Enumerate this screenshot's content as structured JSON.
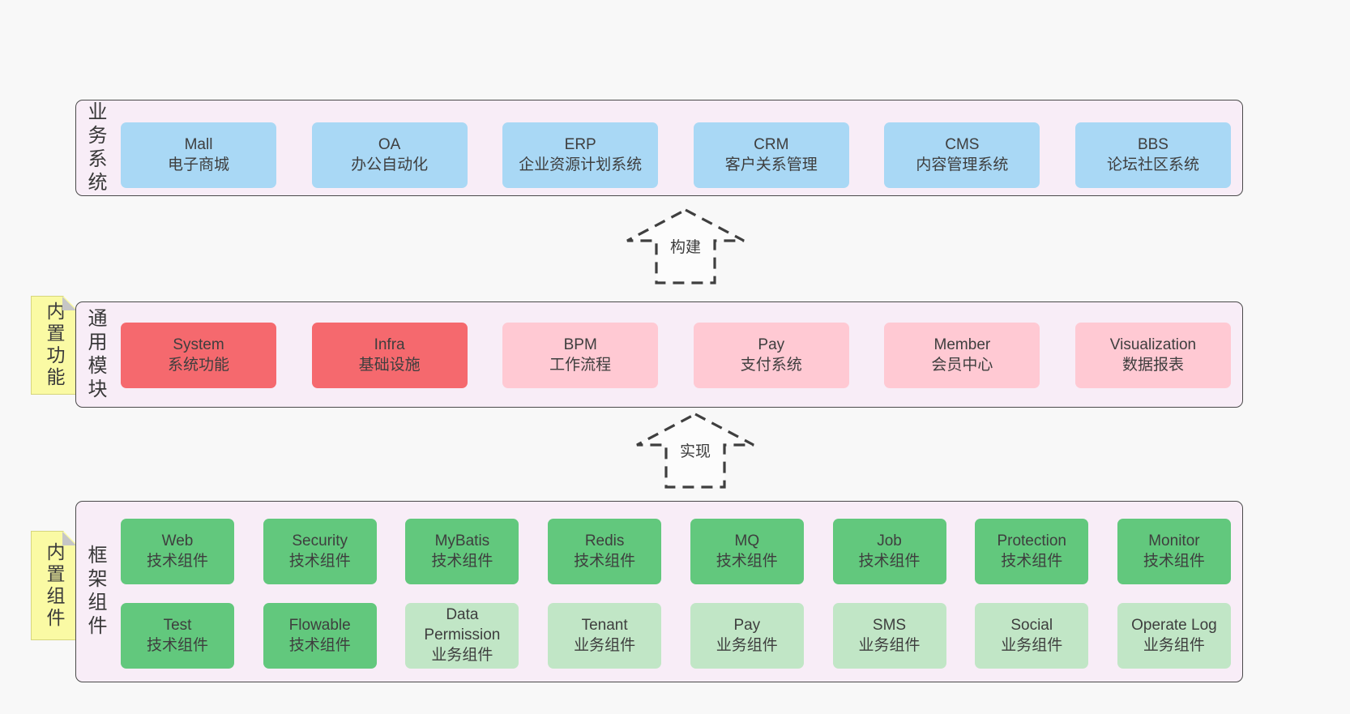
{
  "colors": {
    "page_bg": "#f8f8f8",
    "panel_bg": "#f8edf7",
    "panel_border": "#4a4a4a",
    "sticky_bg": "#fafaa4",
    "box_blue": "#a9d8f5",
    "box_red": "#f5696e",
    "box_pink": "#ffc9d3",
    "box_green_dark": "#62c87d",
    "box_green_light": "#c1e6c6"
  },
  "arrows": {
    "build_label": "构建",
    "implement_label": "实现"
  },
  "sections": {
    "business": {
      "side_label": "业务系统",
      "boxes": [
        {
          "name": "Mall",
          "desc": "电子商城",
          "variant": "blue"
        },
        {
          "name": "OA",
          "desc": "办公自动化",
          "variant": "blue"
        },
        {
          "name": "ERP",
          "desc": "企业资源计划系统",
          "variant": "blue"
        },
        {
          "name": "CRM",
          "desc": "客户关系管理",
          "variant": "blue"
        },
        {
          "name": "CMS",
          "desc": "内容管理系统",
          "variant": "blue"
        },
        {
          "name": "BBS",
          "desc": "论坛社区系统",
          "variant": "blue"
        }
      ]
    },
    "modules": {
      "side_label": "通用模块",
      "sticky_label": "内置功能",
      "boxes": [
        {
          "name": "System",
          "desc": "系统功能",
          "variant": "red"
        },
        {
          "name": "Infra",
          "desc": "基础设施",
          "variant": "red"
        },
        {
          "name": "BPM",
          "desc": "工作流程",
          "variant": "pink"
        },
        {
          "name": "Pay",
          "desc": "支付系统",
          "variant": "pink"
        },
        {
          "name": "Member",
          "desc": "会员中心",
          "variant": "pink"
        },
        {
          "name": "Visualization",
          "desc": "数据报表",
          "variant": "pink"
        }
      ]
    },
    "components": {
      "side_label": "框架组件",
      "sticky_label": "内置组件",
      "row1": [
        {
          "name": "Web",
          "desc": "技术组件",
          "variant": "green-dark"
        },
        {
          "name": "Security",
          "desc": "技术组件",
          "variant": "green-dark"
        },
        {
          "name": "MyBatis",
          "desc": "技术组件",
          "variant": "green-dark"
        },
        {
          "name": "Redis",
          "desc": "技术组件",
          "variant": "green-dark"
        },
        {
          "name": "MQ",
          "desc": "技术组件",
          "variant": "green-dark"
        },
        {
          "name": "Job",
          "desc": "技术组件",
          "variant": "green-dark"
        },
        {
          "name": "Protection",
          "desc": "技术组件",
          "variant": "green-dark"
        },
        {
          "name": "Monitor",
          "desc": "技术组件",
          "variant": "green-dark"
        }
      ],
      "row2": [
        {
          "name": "Test",
          "desc": "技术组件",
          "variant": "green-dark"
        },
        {
          "name": "Flowable",
          "desc": "技术组件",
          "variant": "green-dark"
        },
        {
          "name": "Data Permission",
          "desc": "业务组件",
          "variant": "green-light"
        },
        {
          "name": "Tenant",
          "desc": "业务组件",
          "variant": "green-light"
        },
        {
          "name": "Pay",
          "desc": "业务组件",
          "variant": "green-light"
        },
        {
          "name": "SMS",
          "desc": "业务组件",
          "variant": "green-light"
        },
        {
          "name": "Social",
          "desc": "业务组件",
          "variant": "green-light"
        },
        {
          "name": "Operate Log",
          "desc": "业务组件",
          "variant": "green-light"
        }
      ]
    }
  }
}
